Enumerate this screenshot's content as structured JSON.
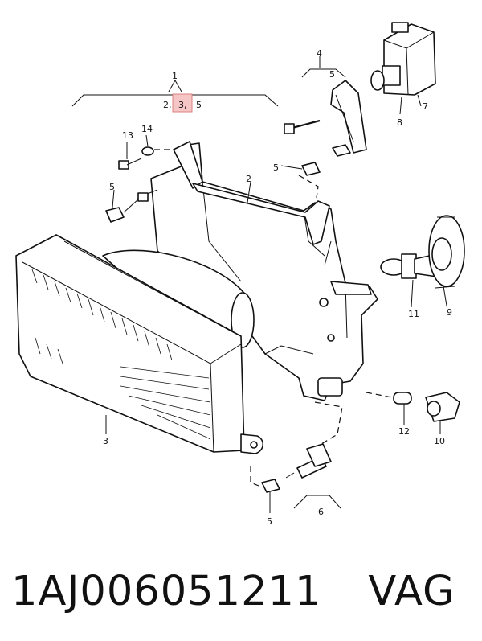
{
  "callouts": {
    "c1": "1",
    "c1_sub_a": "2,",
    "c1_sub_b": "3,",
    "c1_sub_c": "5",
    "c2": "2",
    "c3": "3",
    "c4": "4",
    "c5_top": "5",
    "c5_mid": "5",
    "c5_left": "5",
    "c5_bottom": "5",
    "c6": "6",
    "c7": "7",
    "c8": "8",
    "c9": "9",
    "c10": "10",
    "c11": "11",
    "c12": "12",
    "c13": "13",
    "c14": "14"
  },
  "caption": {
    "part_number": "1AJ006051211",
    "brand": "VAG"
  },
  "colors": {
    "highlight": "#f6c6c6",
    "ink": "#111111"
  }
}
